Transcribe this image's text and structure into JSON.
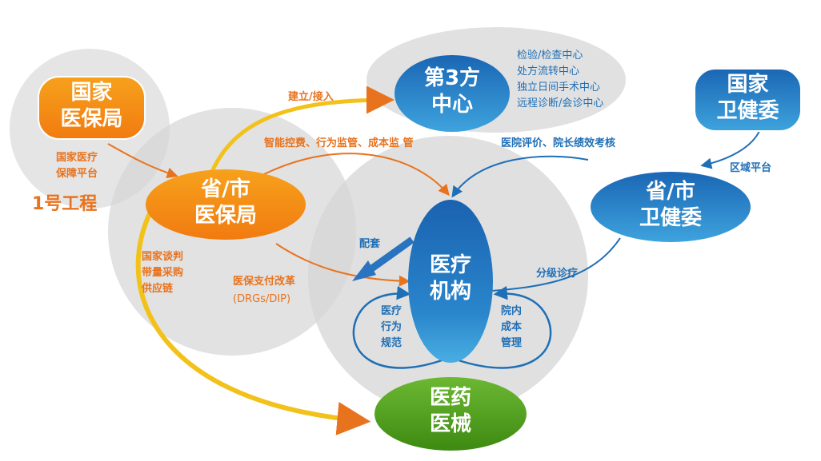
{
  "nodes": {
    "national_insurance": "国家\n医保局",
    "provincial_insurance": "省/市\n医保局",
    "third_party_center": "第3方\n中心",
    "national_health_commission": "国家\n卫健委",
    "provincial_health_commission": "省/市\n卫健委",
    "medical_institution": "医疗\n机构",
    "pharma_devices": "医药\n医械"
  },
  "labels": {
    "national_platform": "国家医疗\n保障平台",
    "project_one": "1号工程",
    "build_access": "建立/接入",
    "smart_control": "智能控费、行为监管、成本监  管",
    "hospital_eval": "医院评价、院长绩效考核",
    "regional_platform": "区域平台",
    "negotiation": "国家谈判\n带量采购\n供应链",
    "payment_reform": "医保支付改革",
    "drg_dip": "(DRGs/DIP)",
    "matching": "配套",
    "tiered_care": "分级诊疗",
    "behavior_norm": "医疗\n行为\n规范",
    "cost_management": "院内\n成本\n管理",
    "third_party_services": "检验/检查中心\n处方流转中心\n独立日间手术中心\n远程诊断/会诊中心"
  },
  "colors": {
    "orange": "#e8731e",
    "blue": "#1f6fb6",
    "yellow": "#f2c21b",
    "green": "#4e9a1c",
    "circle": "#dcdcdc"
  }
}
